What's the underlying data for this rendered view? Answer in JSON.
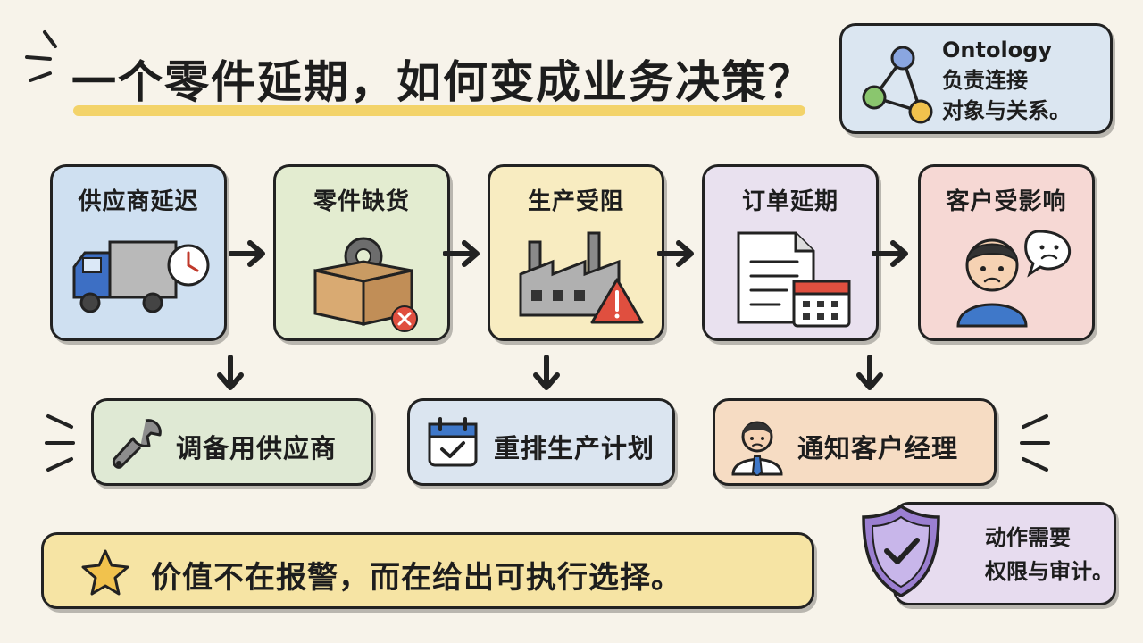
{
  "title": "一个零件延期，如何变成业务决策？",
  "ontology_note": {
    "line1": "Ontology",
    "line2": "负责连接",
    "line3": "对象与关系。",
    "icon": "network-triangle-icon"
  },
  "steps": [
    {
      "label": "供应商延迟",
      "icon": "truck-clock-icon",
      "color": "#cfe0f1"
    },
    {
      "label": "零件缺货",
      "icon": "box-gear-icon",
      "color": "#e3ecd0"
    },
    {
      "label": "生产受阻",
      "icon": "factory-warning-icon",
      "color": "#f8ecc1"
    },
    {
      "label": "订单延期",
      "icon": "document-calendar-icon",
      "color": "#e9e1ef"
    },
    {
      "label": "客户受影响",
      "icon": "sad-customer-icon",
      "color": "#f6d8d4"
    }
  ],
  "actions": [
    {
      "label": "调备用供应商",
      "icon": "wrench-icon",
      "color": "#dfe9d4"
    },
    {
      "label": "重排生产计划",
      "icon": "calendar-check-icon",
      "color": "#dbe5f0"
    },
    {
      "label": "通知客户经理",
      "icon": "manager-icon",
      "color": "#f6dcc3"
    }
  ],
  "bottom_note": {
    "label": "价值不在报警，而在给出可执行选择。",
    "icon": "star-icon"
  },
  "permission_note": {
    "line1": "动作需要",
    "line2": "权限与审计。",
    "icon": "shield-check-icon"
  }
}
